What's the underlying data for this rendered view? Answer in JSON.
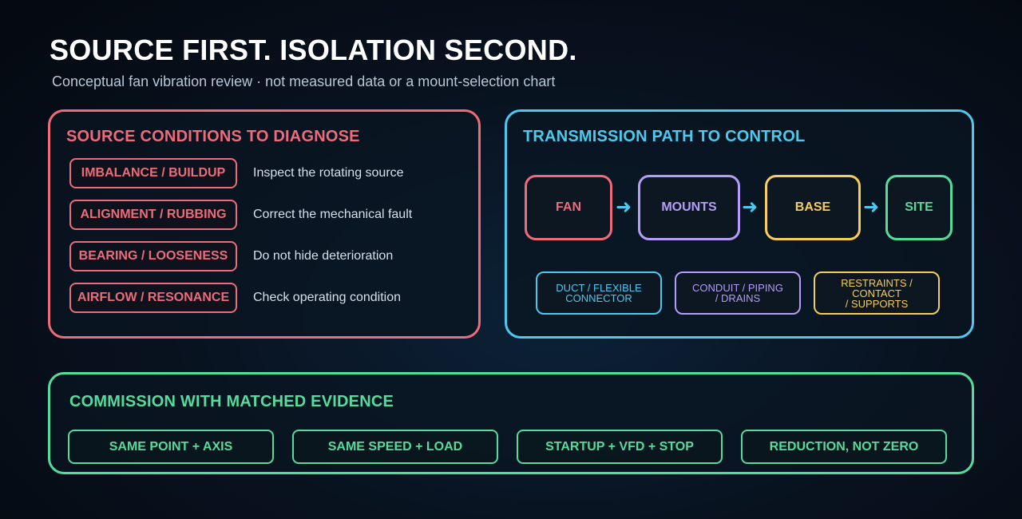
{
  "header": {
    "title": "SOURCE FIRST. ISOLATION SECOND.",
    "subtitle": "Conceptual fan vibration review · not measured data or a mount-selection chart"
  },
  "source_panel": {
    "title": "SOURCE CONDITIONS TO DIAGNOSE",
    "items": [
      {
        "label": "IMBALANCE / BUILDUP",
        "desc": "Inspect the rotating source"
      },
      {
        "label": "ALIGNMENT / RUBBING",
        "desc": "Correct the mechanical fault"
      },
      {
        "label": "BEARING / LOOSENESS",
        "desc": "Do not hide deterioration"
      },
      {
        "label": "AIRFLOW / RESONANCE",
        "desc": "Check operating condition"
      }
    ]
  },
  "path_panel": {
    "title": "TRANSMISSION PATH TO CONTROL",
    "nodes": [
      {
        "label": "FAN",
        "color": "#ee6b7a"
      },
      {
        "label": "MOUNTS",
        "color": "#b49cf8"
      },
      {
        "label": "BASE",
        "color": "#f6cd5c"
      },
      {
        "label": "SITE",
        "color": "#55dc9c"
      }
    ],
    "arrow_glyph": "➜",
    "paths": [
      {
        "line1": "DUCT / FLEXIBLE",
        "line2": "CONNECTOR",
        "color": "#4cc9ec"
      },
      {
        "line1": "CONDUIT / PIPING",
        "line2": "/ DRAINS",
        "color": "#b49cf8"
      },
      {
        "line1": "RESTRAINTS / CONTACT",
        "line2": "/ SUPPORTS",
        "color": "#f6cd5c"
      }
    ]
  },
  "evidence_panel": {
    "title": "COMMISSION WITH MATCHED EVIDENCE",
    "items": [
      "SAME POINT + AXIS",
      "SAME SPEED + LOAD",
      "STARTUP + VFD + STOP",
      "REDUCTION, NOT ZERO"
    ]
  }
}
